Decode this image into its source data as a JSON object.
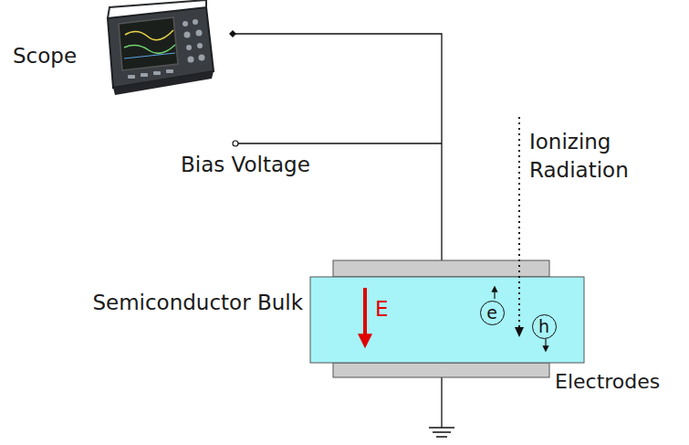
{
  "diagram": {
    "nodes": [
      {
        "text": [
          "e"
        ]
      },
      {
        "text": [
          "h"
        ]
      }
    ],
    "labels": [
      "Scope",
      "Bias Voltage",
      "Semiconductor Bulk",
      "E",
      "Ionizing Radiation",
      "Electrodes"
    ]
  }
}
